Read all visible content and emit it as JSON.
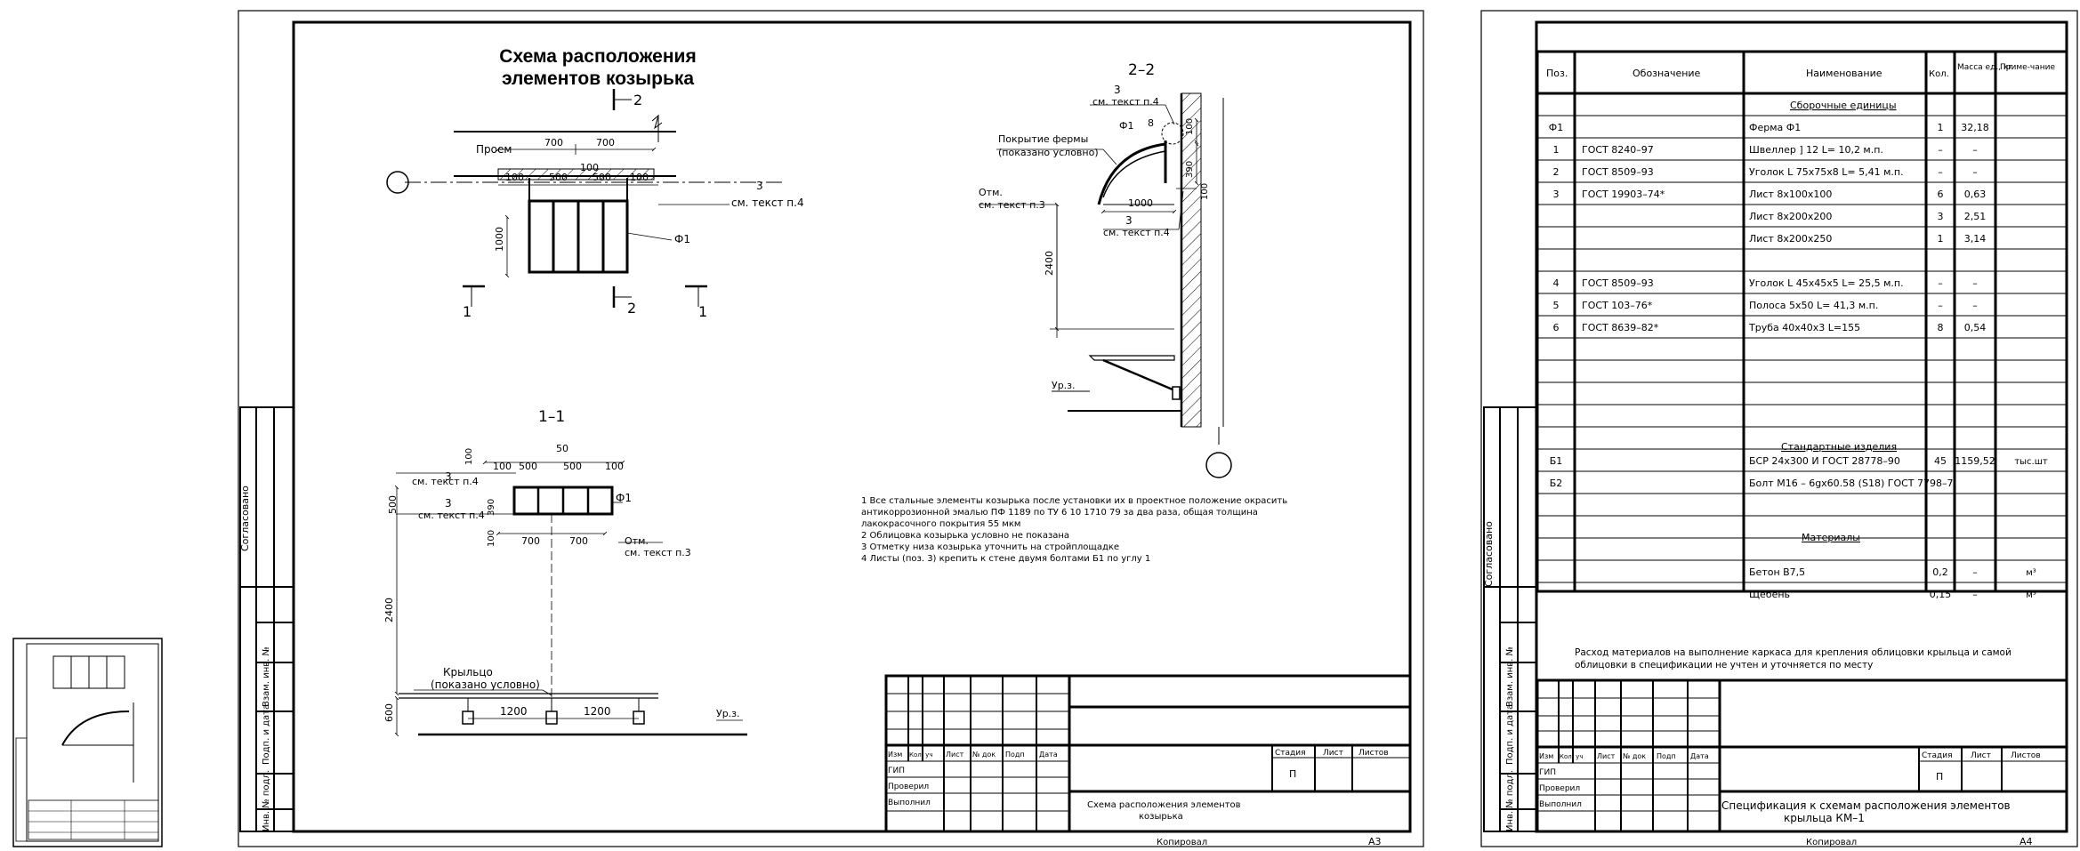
{
  "sheet1": {
    "title_line1": "Схема расположения",
    "title_line2": "элементов козырька",
    "section11": "1–1",
    "section22": "2–2",
    "mark1": "1",
    "mark2": "2",
    "proem": "Проем",
    "f1": "Ф1",
    "three": "3",
    "see_p4": "см. текст  п.4",
    "see_p3": "см. текст  п.3",
    "otm": "Отм.",
    "roof_cover_1": "Покрытие фермы",
    "roof_cover_2": "(показано условно)",
    "krylco_1": "Крыльцо",
    "krylco_2": "(показано условно)",
    "ur": "Ур.з.",
    "dims": {
      "d700": "700",
      "d500": "500",
      "d100": "100",
      "d1000": "1000",
      "d2400": "2400",
      "d50": "50",
      "d1200": "1200",
      "d600": "600",
      "d8": "8",
      "d390": "390"
    },
    "notes": [
      "1 Все стальные элементы козырька после установки их в проектное положение окрасить",
      "антикоррозионной эмалью ПФ 1189 по ТУ 6 10 1710 79 за два раза, общая толщина",
      "лакокрасочного покрытия 55 мкм",
      "2 Облицовка козырька условно не показана",
      "3 Отметку низа козырька уточнить на стройплощадке",
      "4 Листы (поз.  3) крепить к стене двумя болтами Б1 по углу 1"
    ],
    "stamp": {
      "cols": [
        "Изм",
        "Кол. уч",
        "Лист",
        "№ док",
        "Подп",
        "Дата"
      ],
      "rows": [
        "ГИП",
        "Проверил",
        "Выполнил"
      ],
      "stage_hdr": [
        "Стадия",
        "Лист",
        "Листов"
      ],
      "stage": "П",
      "name_1": "Схема расположения элементов",
      "name_2": "козырька",
      "copied": "Копировал",
      "format": "А3"
    },
    "side": {
      "agreed": "Согласовано",
      "inv": "Инв. № подл.",
      "sign": "Подп. и дата",
      "vzam": "Взам. инв. №"
    }
  },
  "sheet2": {
    "headers": [
      "Поз.",
      "Обозначение",
      "Наименование",
      "Кол.",
      "Масса ед., кг",
      "Приме-чание"
    ],
    "sec_assembly": "Сборочные единицы",
    "sec_standard": "Стандартные изделия",
    "sec_materials": "Материалы",
    "rows": [
      {
        "pos": "Ф1",
        "code": "",
        "name": "Ферма  Ф1",
        "qty": "1",
        "mass": "32,18",
        "note": ""
      },
      {
        "pos": "1",
        "code": "ГОСТ 8240–97",
        "name": "Швеллер ] 12 L= 10,2  м.п.",
        "qty": "–",
        "mass": "–",
        "note": ""
      },
      {
        "pos": "2",
        "code": "ГОСТ 8509–93",
        "name": "Уголок L 75x75x8  L= 5,41  м.п.",
        "qty": "–",
        "mass": "–",
        "note": ""
      },
      {
        "pos": "3",
        "code": "ГОСТ 19903–74*",
        "name": "Лист  8x100x100",
        "qty": "6",
        "mass": "0,63",
        "note": ""
      },
      {
        "pos": "",
        "code": "",
        "name": "Лист  8x200x200",
        "qty": "3",
        "mass": "2,51",
        "note": ""
      },
      {
        "pos": "",
        "code": "",
        "name": "Лист  8x200x250",
        "qty": "1",
        "mass": "3,14",
        "note": ""
      },
      {
        "pos": "4",
        "code": "ГОСТ 8509–93",
        "name": "Уголок L 45x45x5  L= 25,5  м.п.",
        "qty": "–",
        "mass": "–",
        "note": ""
      },
      {
        "pos": "5",
        "code": "ГОСТ 103–76*",
        "name": "Полоса 5x50  L= 41,3  м.п.",
        "qty": "–",
        "mass": "–",
        "note": ""
      },
      {
        "pos": "6",
        "code": "ГОСТ 8639–82*",
        "name": "Труба  40x40x3  L=155",
        "qty": "8",
        "mass": "0,54",
        "note": ""
      },
      {
        "pos": "Б1",
        "code": "",
        "name": "БСР 24x300  И  ГОСТ 28778–90",
        "qty": "45",
        "mass": "1159,52",
        "note": "тыс.шт"
      },
      {
        "pos": "Б2",
        "code": "",
        "name": "Болт  М16 – 6gx60.58 (S18)  ГОСТ 7798–7",
        "qty": "",
        "mass": "",
        "note": ""
      },
      {
        "pos": "",
        "code": "",
        "name": "Бетон  В7,5",
        "qty": "0,2",
        "mass": "–",
        "note": "м³"
      },
      {
        "pos": "",
        "code": "",
        "name": "Щебень",
        "qty": "0,15",
        "mass": "–",
        "note": "м³"
      }
    ],
    "remark_1": "Расход материалов на выполнение каркаса для крепления облицовки крыльца и самой",
    "remark_2": "облицовки в спецификации не учтен и уточняется по месту",
    "stamp": {
      "cols": [
        "Изм",
        "Кол. уч",
        "Лист",
        "№ док",
        "Подп",
        "Дата"
      ],
      "rows": [
        "ГИП",
        "Проверил",
        "Выполнил"
      ],
      "stage_hdr": [
        "Стадия",
        "Лист",
        "Листов"
      ],
      "stage": "П",
      "name_1": "Спецификация к схемам расположения элементов",
      "name_2": "крыльца КМ–1",
      "copied": "Копировал",
      "format": "А4"
    }
  }
}
